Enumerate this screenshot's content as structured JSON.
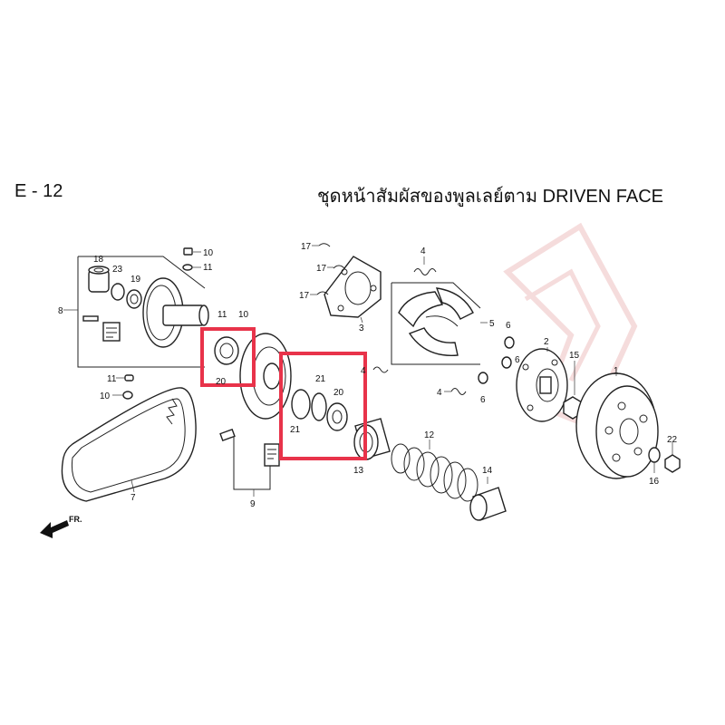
{
  "header": {
    "section_code": "E - 12",
    "title": "ชุดหน้าสัมผัสของพูลเลย์ตาม   DRIVEN FACE"
  },
  "direction_label": "FR.",
  "highlight_color": "#e8334a",
  "part_labels": [
    {
      "id": "p18",
      "text": "18"
    },
    {
      "id": "p23",
      "text": "23"
    },
    {
      "id": "p19",
      "text": "19"
    },
    {
      "id": "p8",
      "text": "8"
    },
    {
      "id": "p10a",
      "text": "10"
    },
    {
      "id": "p11a",
      "text": "11"
    },
    {
      "id": "p11b",
      "text": "11"
    },
    {
      "id": "p10b",
      "text": "10"
    },
    {
      "id": "p20a",
      "text": "20"
    },
    {
      "id": "p11c",
      "text": "11"
    },
    {
      "id": "p10c",
      "text": "10"
    },
    {
      "id": "p7",
      "text": "7"
    },
    {
      "id": "p9",
      "text": "9"
    },
    {
      "id": "p17a",
      "text": "17"
    },
    {
      "id": "p17b",
      "text": "17"
    },
    {
      "id": "p17c",
      "text": "17"
    },
    {
      "id": "p3",
      "text": "3"
    },
    {
      "id": "p4a",
      "text": "4"
    },
    {
      "id": "p5",
      "text": "5"
    },
    {
      "id": "p6a",
      "text": "6"
    },
    {
      "id": "p6b",
      "text": "6"
    },
    {
      "id": "p6c",
      "text": "6"
    },
    {
      "id": "p2",
      "text": "2"
    },
    {
      "id": "p15",
      "text": "15"
    },
    {
      "id": "p1",
      "text": "1"
    },
    {
      "id": "p4b",
      "text": "4"
    },
    {
      "id": "p4c",
      "text": "4"
    },
    {
      "id": "p21a",
      "text": "21"
    },
    {
      "id": "p20b",
      "text": "20"
    },
    {
      "id": "p21b",
      "text": "21"
    },
    {
      "id": "p13",
      "text": "13"
    },
    {
      "id": "p12",
      "text": "12"
    },
    {
      "id": "p14",
      "text": "14"
    },
    {
      "id": "p22",
      "text": "22"
    },
    {
      "id": "p16",
      "text": "16"
    }
  ]
}
